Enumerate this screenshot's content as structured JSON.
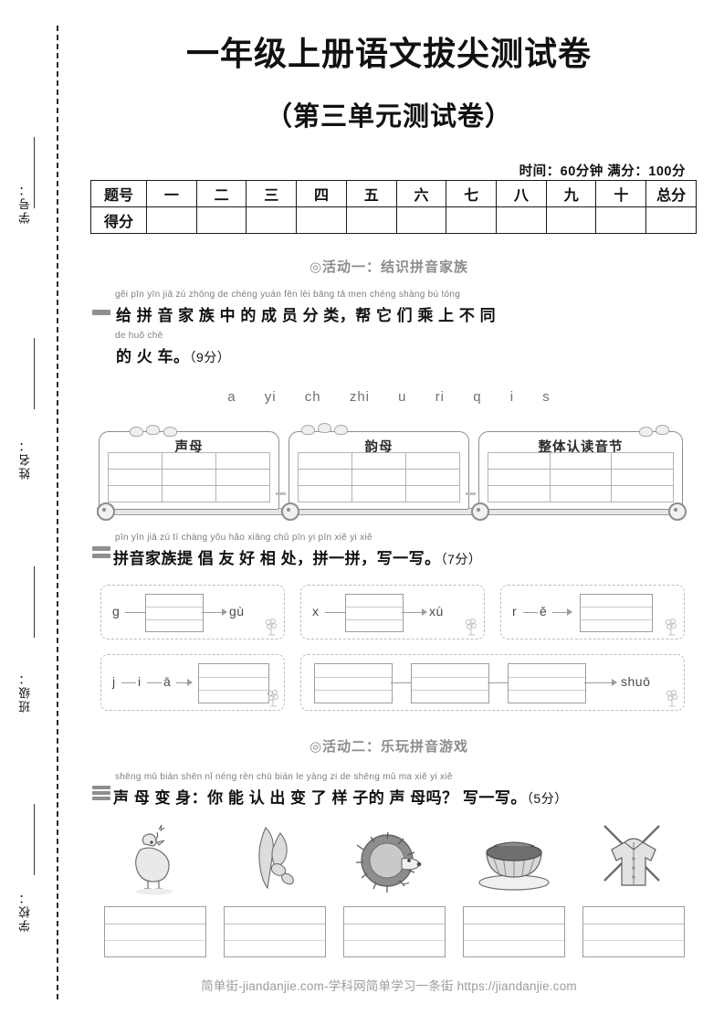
{
  "margin": {
    "labels": [
      "学号：",
      "姓名：",
      "班级：",
      "学校："
    ]
  },
  "header": {
    "title": "一年级上册语文拔尖测试卷",
    "subtitle": "（第三单元测试卷）",
    "meta": "时间：60分钟  满分：100分"
  },
  "score_table": {
    "row_labels": [
      "题号",
      "得分"
    ],
    "columns": [
      "一",
      "二",
      "三",
      "四",
      "五",
      "六",
      "七",
      "八",
      "九",
      "十",
      "总分"
    ],
    "scores": [
      "",
      "",
      "",
      "",
      "",
      "",
      "",
      "",
      "",
      "",
      ""
    ]
  },
  "activities": {
    "one": "◎活动一：结识拼音家族",
    "two": "◎活动二：乐玩拼音游戏"
  },
  "q1": {
    "number": "一",
    "pinyin_line1": "gěi  pīn  yīn  jiā  zú  zhōng  de  chéng  yuán  fēn  lèi   bāng   tā   men chéng  shàng  bù  tóng",
    "text_line1": "给 拼 音 家 族 中 的 成  员 分 类，帮 它 们 乘  上 不 同",
    "pinyin_line2": "de  huǒ  chē",
    "text_line2": "的 火 车。",
    "score": "（9分）",
    "letters": [
      "a",
      "yi",
      "ch",
      "zhi",
      "u",
      "ri",
      "q",
      "i",
      "s"
    ],
    "trains": [
      {
        "title": "声母"
      },
      {
        "title": "韵母"
      },
      {
        "title": "整体认读音节"
      }
    ]
  },
  "q2": {
    "number": "二",
    "pinyin_line": "pīn yīn jiā zú  tí chàng yǒu  hǎo xiāng chǔ  pīn yi pīn  xiě yi xiě",
    "text_line": "拼音家族提 倡  友  好  相  处，拼一拼，写一写。",
    "score": "（7分）",
    "cards": [
      {
        "id": "card-g-gu",
        "left_label": "g",
        "mid_label": "",
        "right_label": "gù",
        "boxes": 1,
        "pattern": "lead-box-result"
      },
      {
        "id": "card-x-xu",
        "left_label": "x",
        "mid_label": "",
        "right_label": "xù",
        "boxes": 1,
        "pattern": "lead-box-result"
      },
      {
        "id": "card-r-e",
        "left_label": "r",
        "mid_label": "ě",
        "right_label": "",
        "boxes": 1,
        "pattern": "two-lead-box"
      },
      {
        "id": "card-j-i-a",
        "left_label": "j",
        "mid_label": "i",
        "third_label": "ā",
        "right_label": "",
        "boxes": 1,
        "pattern": "three-lead-box"
      },
      {
        "id": "card-shuo",
        "left_label": "",
        "mid_label": "",
        "right_label": "shuō",
        "boxes": 3,
        "pattern": "three-box-result"
      }
    ]
  },
  "q3": {
    "number": "三",
    "pinyin_line": "shēng mǔ biàn shēn    nǐ néng rèn chū biàn le yàng zi  de shēng mǔ ma     xiě yi xiě",
    "text_line": "声 母 变 身：你 能 认 出 变 了 样 子的 声  母吗？ 写一写。",
    "score": "（5分）",
    "pictures": [
      {
        "name": "chicken-picture",
        "alt": "鸡"
      },
      {
        "name": "sprout-picture",
        "alt": "芽"
      },
      {
        "name": "hedgehog-picture",
        "alt": "刺猬"
      },
      {
        "name": "cup-picture",
        "alt": "杯子"
      },
      {
        "name": "coat-picture",
        "alt": "衣服"
      }
    ]
  },
  "footer": {
    "watermark": "简单街-jiandanjie.com-学科网简单学习一条街 https://jiandanjie.com"
  },
  "colors": {
    "ink": "#111111",
    "gray_rule": "#9d9d9d",
    "activity_gray": "#8c8c8c",
    "watermark_gray": "#9c9c9c"
  }
}
